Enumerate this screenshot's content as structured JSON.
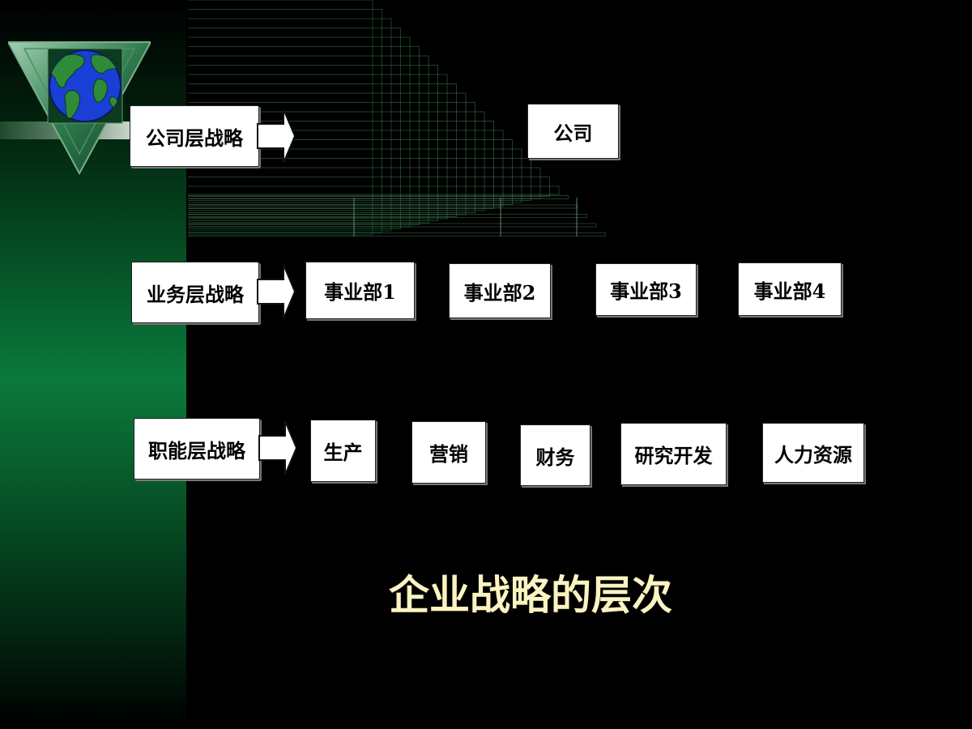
{
  "levels": {
    "corporate": "公司层战略",
    "business": "业务层战略",
    "functional": "职能层战略"
  },
  "company": "公司",
  "divisions": [
    "事业部1",
    "事业部2",
    "事业部3",
    "事业部4"
  ],
  "functions": [
    "生产",
    "营销",
    "财务",
    "研究开发",
    "人力资源"
  ],
  "title": "企业战略的层次",
  "colors": {
    "background": "#000000",
    "green_band": "#0b7a3c",
    "title": "#fbf3c0",
    "globe_ocean": "#1a3fd6",
    "globe_land": "#2e8b3a"
  }
}
